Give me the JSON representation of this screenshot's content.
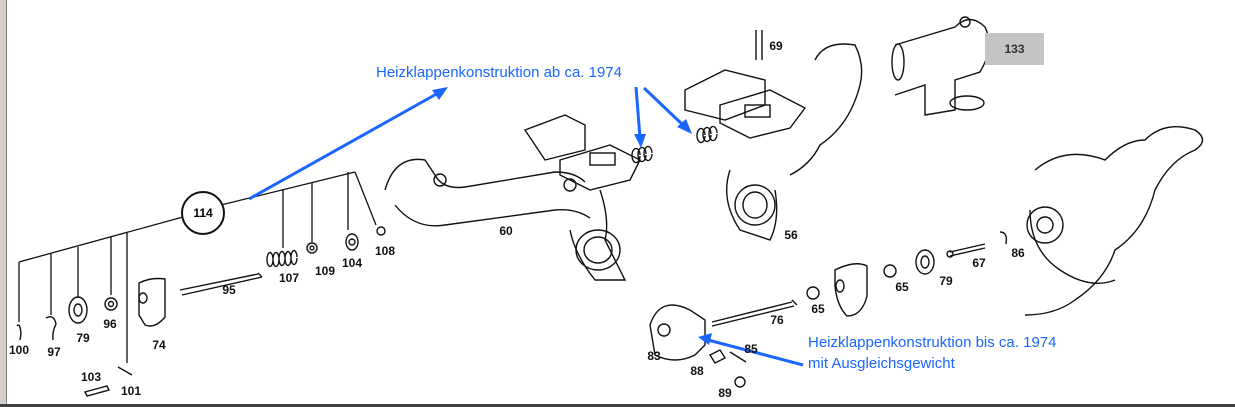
{
  "annotations": {
    "top": "Heizklappenkonstruktion ab ca. 1974",
    "bottom_line1": "Heizklappenkonstruktion bis ca. 1974",
    "bottom_line2": "mit Ausgleichsgewicht",
    "color": "#1a66ff"
  },
  "group_label": "114",
  "highlight_label": "133",
  "parts": [
    "100",
    "97",
    "79",
    "96",
    "74",
    "95",
    "103",
    "101",
    "107",
    "109",
    "104",
    "108",
    "60",
    "56",
    "69",
    "83",
    "88",
    "85",
    "89",
    "76",
    "65",
    "65",
    "79",
    "67",
    "86"
  ]
}
